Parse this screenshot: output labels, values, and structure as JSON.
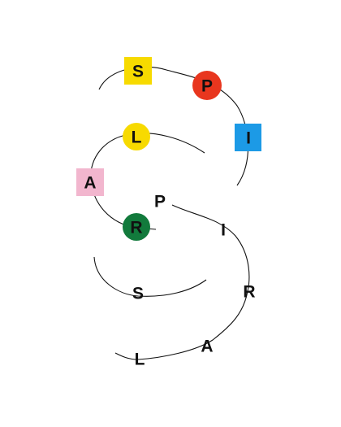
{
  "colors": {
    "background": "#ffffff",
    "line": "#111111",
    "text": "#111111",
    "yellow": "#f7da00",
    "red": "#e8361e",
    "blue": "#1c9ae6",
    "pink": "#f2b6ce",
    "green": "#127a3c"
  },
  "spiral_top": {
    "letters": [
      {
        "char": "S",
        "marker": "square",
        "color": "#f7da00"
      },
      {
        "char": "P",
        "marker": "circle",
        "color": "#e8361e"
      },
      {
        "char": "I",
        "marker": "square",
        "color": "#1c9ae6"
      },
      {
        "char": "L",
        "marker": "circle",
        "color": "#f7da00"
      },
      {
        "char": "A",
        "marker": "square",
        "color": "#f2b6ce"
      },
      {
        "char": "R",
        "marker": "circle",
        "color": "#127a3c"
      }
    ]
  },
  "spiral_bottom": {
    "letters": [
      {
        "char": "P"
      },
      {
        "char": "I"
      },
      {
        "char": "R"
      },
      {
        "char": "A"
      },
      {
        "char": "L"
      },
      {
        "char": "S"
      }
    ]
  }
}
